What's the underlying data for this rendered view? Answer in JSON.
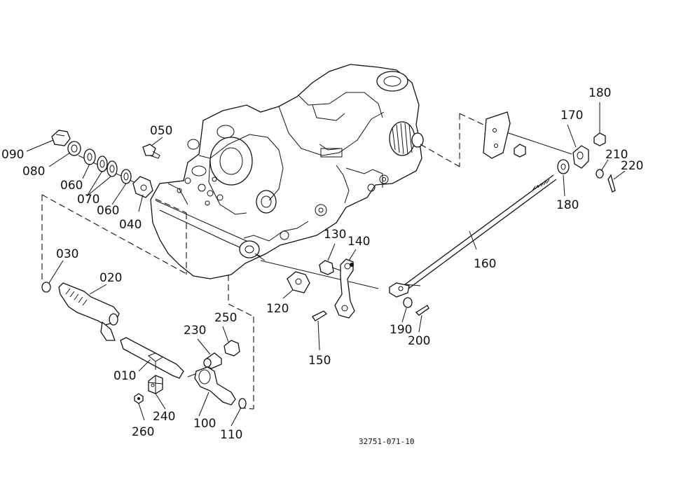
{
  "diagram": {
    "callouts": {
      "p090": "090",
      "p080": "080",
      "p060a": "060",
      "p070": "070",
      "p060b": "060",
      "p040": "040",
      "p050": "050",
      "p030": "030",
      "p020": "020",
      "p010": "010",
      "p240": "240",
      "p260": "260",
      "p230": "230",
      "p250": "250",
      "p100": "100",
      "p110": "110",
      "p120": "120",
      "p130": "130",
      "p140": "140",
      "p150": "150",
      "p160": "160",
      "p170": "170",
      "p180a": "180",
      "p180b": "180",
      "p190": "190",
      "p200": "200",
      "p210": "210",
      "p220": "220"
    },
    "drawing_code": "32751-071-10"
  }
}
